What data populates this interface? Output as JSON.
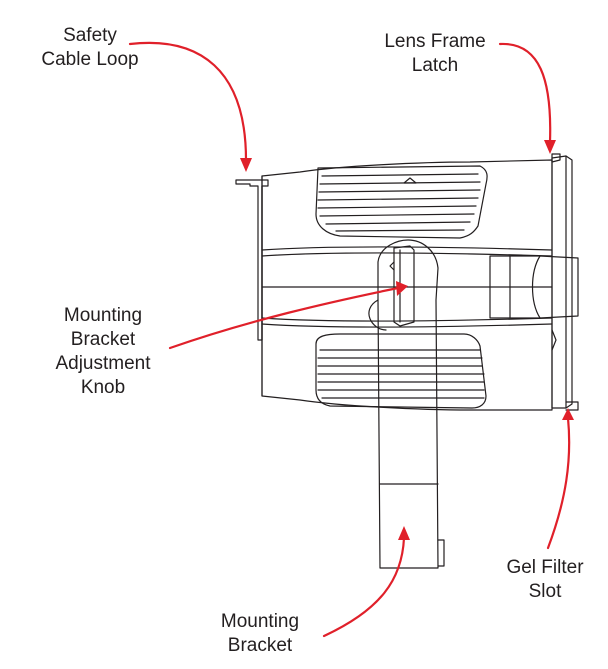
{
  "figure": {
    "labels": {
      "safety_cable_loop_line1": "Safety",
      "safety_cable_loop_line2": "Cable Loop",
      "lens_frame_latch_line1": "Lens Frame",
      "lens_frame_latch_line2": "Latch",
      "knob_line1": "Mounting",
      "knob_line2": "Bracket",
      "knob_line3": "Adjustment",
      "knob_line4": "Knob",
      "gel_line1": "Gel Filter",
      "gel_line2": "Slot",
      "bracket_line1": "Mounting",
      "bracket_line2": "Bracket"
    },
    "colors": {
      "callout": "#e0202a",
      "outline": "#231f20",
      "text": "#231f20",
      "background": "#ffffff"
    }
  }
}
